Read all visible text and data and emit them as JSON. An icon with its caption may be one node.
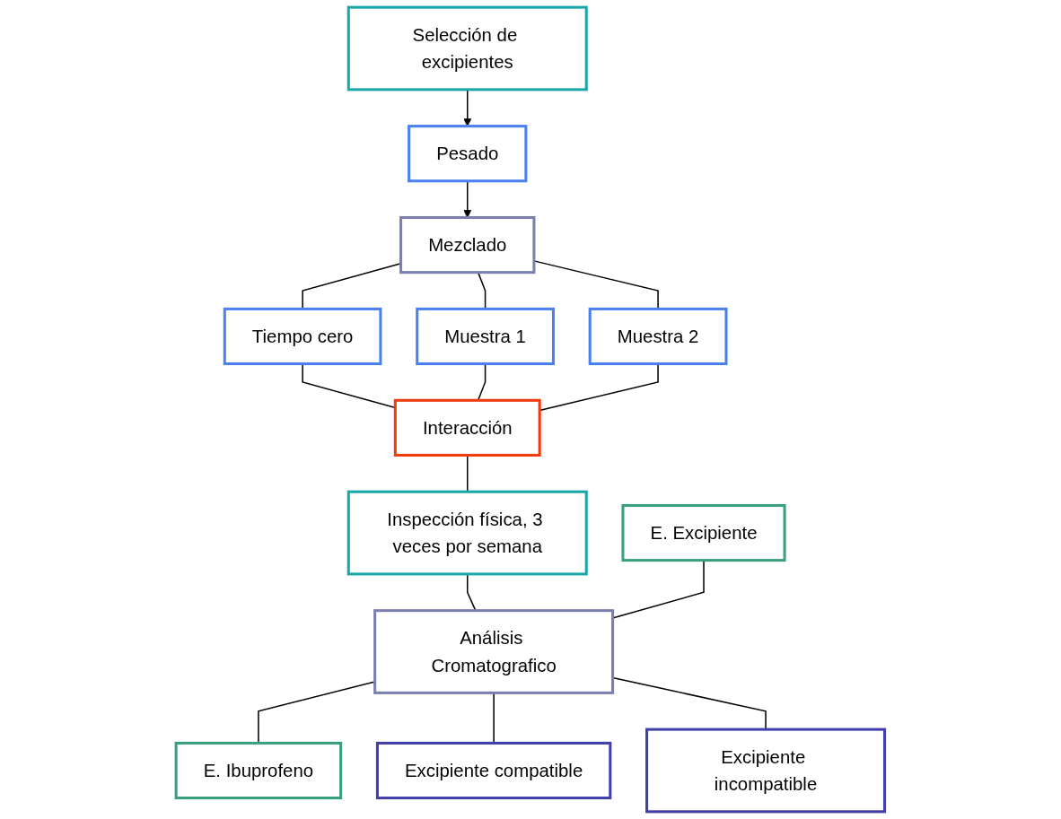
{
  "diagram": {
    "nodes": [
      {
        "text": [
          "Selección de excipientes"
        ]
      },
      {
        "text": [
          "Pesado"
        ]
      },
      {
        "text": [
          "Mezclado"
        ]
      },
      {
        "text": [
          "Tiempo cero"
        ]
      },
      {
        "text": [
          "Muestra 1"
        ]
      },
      {
        "text": [
          "Muestra 2"
        ]
      },
      {
        "text": [
          "Interacción"
        ]
      },
      {
        "text": [
          "Inspección física, 3 veces por semana"
        ]
      },
      {
        "text": [
          "E. Excipiente"
        ]
      },
      {
        "text": [
          "Análisis Cromatografico"
        ]
      },
      {
        "text": [
          "E. Ibuprofeno"
        ]
      },
      {
        "text": [
          "Excipiente compatible"
        ]
      },
      {
        "text": [
          "Excipiente incompatible"
        ]
      }
    ],
    "edges": [
      {
        "from": 0,
        "to": 1,
        "arrow": "to"
      },
      {
        "from": 1,
        "to": 2,
        "arrow": "to"
      },
      {
        "from": 2,
        "to": 3,
        "arrow": "none"
      },
      {
        "from": 2,
        "to": 4,
        "arrow": "none"
      },
      {
        "from": 2,
        "to": 5,
        "arrow": "none"
      },
      {
        "from": 3,
        "to": 6,
        "arrow": "none"
      },
      {
        "from": 4,
        "to": 6,
        "arrow": "none"
      },
      {
        "from": 5,
        "to": 6,
        "arrow": "none"
      },
      {
        "from": 6,
        "to": 7,
        "arrow": "none"
      },
      {
        "from": 7,
        "to": 9,
        "arrow": "none"
      },
      {
        "from": 8,
        "to": 9,
        "arrow": "none"
      },
      {
        "from": 9,
        "to": 10,
        "arrow": "none"
      },
      {
        "from": 9,
        "to": 11,
        "arrow": "none"
      },
      {
        "from": 9,
        "to": 12,
        "arrow": "none"
      }
    ]
  }
}
